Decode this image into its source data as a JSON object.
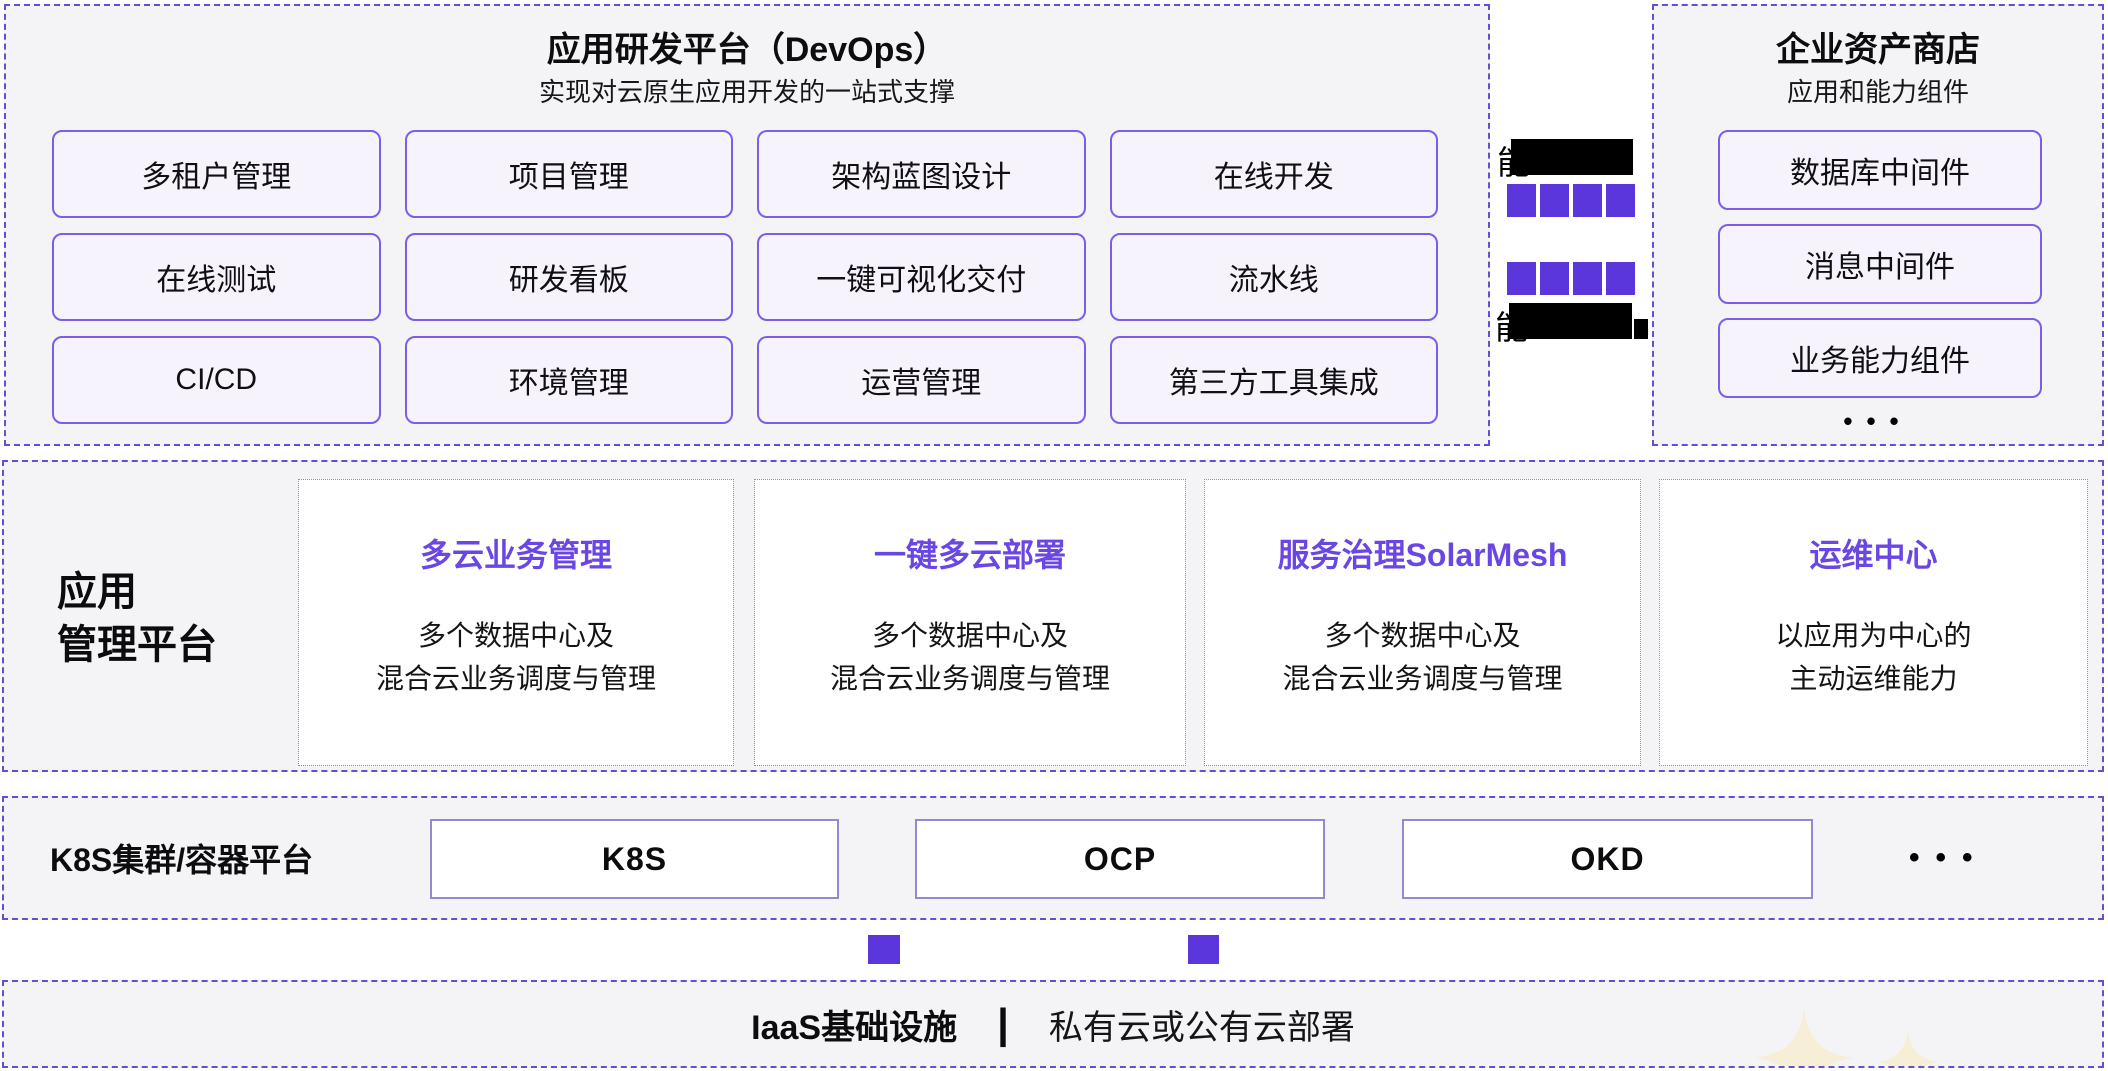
{
  "colors": {
    "accent_purple": "#5A36DB",
    "panel_background": "#F4F4F6",
    "panel_border": "#6050D2",
    "module_fill": "#F6F3FC",
    "module_border": "#7D5CE8",
    "card_border": "#8A85DC",
    "card_title_purple": "#6A46E4",
    "k8s_box_border": "#938BD0",
    "redaction_bar": "#000000",
    "sparkle": "#F6EED6"
  },
  "devops": {
    "title": "应用研发平台（DevOps）",
    "subtitle": "实现对云原生应用开发的一站式支撑",
    "modules": [
      "多租户管理",
      "项目管理",
      "架构蓝图设计",
      "在线开发",
      "在线测试",
      "研发看板",
      "一键可视化交付",
      "流水线",
      "CI/CD",
      "环境管理",
      "运营管理",
      "第三方工具集成"
    ]
  },
  "exchange": {
    "visible_char_top": "能",
    "visible_char_bottom": "能",
    "block_count_per_row": 4
  },
  "asset": {
    "title": "企业资产商店",
    "subtitle": "应用和能力组件",
    "items": [
      "数据库中间件",
      "消息中间件",
      "业务能力组件"
    ],
    "more": "•••"
  },
  "mgmt": {
    "label_line1": "应用",
    "label_line2": "管理平台",
    "cards": [
      {
        "title": "多云业务管理",
        "line1": "多个数据中心及",
        "line2": "混合云业务调度与管理"
      },
      {
        "title": "一键多云部署",
        "line1": "多个数据中心及",
        "line2": "混合云业务调度与管理"
      },
      {
        "title": "服务治理SolarMesh",
        "line1": "多个数据中心及",
        "line2": "混合云业务调度与管理"
      },
      {
        "title": "运维中心",
        "line1": "以应用为中心的",
        "line2": "主动运维能力"
      }
    ]
  },
  "k8s": {
    "label": "K8S集群/容器平台",
    "items": [
      "K8S",
      "OCP",
      "OKD"
    ],
    "more": "•••"
  },
  "iaas": {
    "bold_label": "IaaS基础设施",
    "separator": "|",
    "plain_label": "私有云或公有云部署"
  }
}
